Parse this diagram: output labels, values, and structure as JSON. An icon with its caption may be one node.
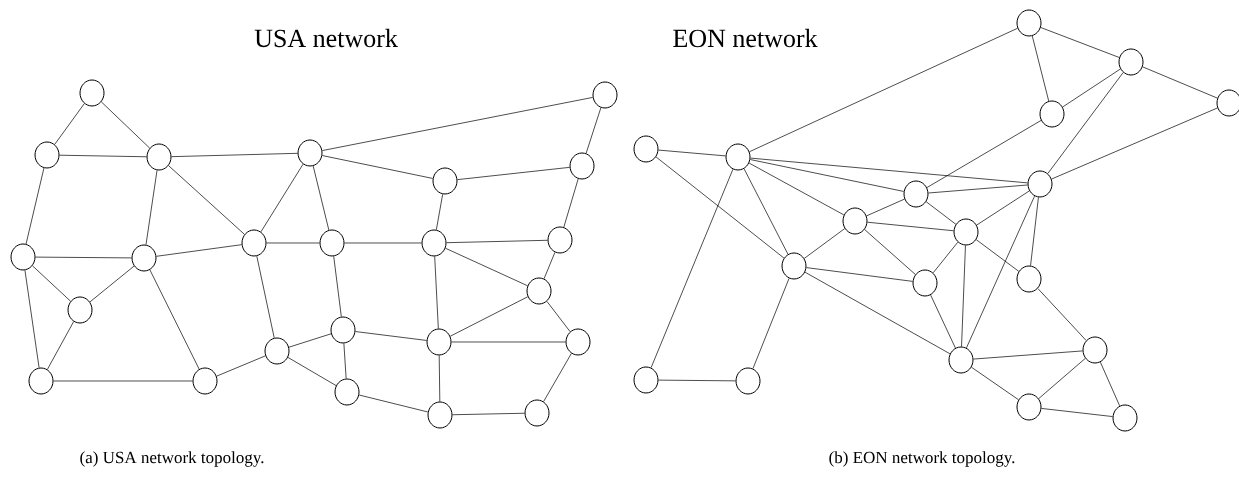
{
  "diagram": {
    "nodes": [
      {
        "text": [],
        "shape": "circle"
      },
      {
        "text": [],
        "shape": "circle"
      },
      {
        "text": [],
        "shape": "circle"
      },
      {
        "text": [],
        "shape": "circle"
      },
      {
        "text": [],
        "shape": "circle"
      },
      {
        "text": [],
        "shape": "circle"
      },
      {
        "text": [],
        "shape": "circle"
      },
      {
        "text": [],
        "shape": "circle"
      },
      {
        "text": [],
        "shape": "circle"
      },
      {
        "text": [],
        "shape": "circle"
      },
      {
        "text": [],
        "shape": "circle"
      },
      {
        "text": [],
        "shape": "circle"
      },
      {
        "text": [],
        "shape": "circle"
      },
      {
        "text": [],
        "shape": "circle"
      },
      {
        "text": [],
        "shape": "circle"
      },
      {
        "text": [],
        "shape": "circle"
      },
      {
        "text": [],
        "shape": "circle"
      },
      {
        "text": [],
        "shape": "circle"
      },
      {
        "text": [],
        "shape": "circle"
      },
      {
        "text": [],
        "shape": "circle"
      },
      {
        "text": [],
        "shape": "circle"
      },
      {
        "text": [],
        "shape": "circle"
      },
      {
        "text": [],
        "shape": "circle"
      },
      {
        "text": [],
        "shape": "circle"
      },
      {
        "text": [],
        "shape": "circle"
      },
      {
        "text": [],
        "shape": "circle"
      },
      {
        "text": [],
        "shape": "circle"
      },
      {
        "text": [],
        "shape": "circle"
      },
      {
        "text": [],
        "shape": "circle"
      },
      {
        "text": [],
        "shape": "circle"
      },
      {
        "text": [],
        "shape": "circle"
      },
      {
        "text": [],
        "shape": "circle"
      },
      {
        "text": [],
        "shape": "circle"
      },
      {
        "text": [],
        "shape": "circle"
      },
      {
        "text": [],
        "shape": "circle"
      },
      {
        "text": [],
        "shape": "circle"
      },
      {
        "text": [],
        "shape": "circle"
      },
      {
        "text": [],
        "shape": "circle"
      },
      {
        "text": [],
        "shape": "circle"
      },
      {
        "text": [],
        "shape": "circle"
      },
      {
        "text": [],
        "shape": "circle"
      },
      {
        "text": [],
        "shape": "circle"
      },
      {
        "text": [],
        "shape": "circle"
      }
    ],
    "edges": [
      {
        "from": 0,
        "to": 1,
        "arrow": "none"
      },
      {
        "from": 0,
        "to": 2,
        "arrow": "none"
      },
      {
        "from": 1,
        "to": 2,
        "arrow": "none"
      },
      {
        "from": 1,
        "to": 5,
        "arrow": "none"
      },
      {
        "from": 2,
        "to": 3,
        "arrow": "none"
      },
      {
        "from": 2,
        "to": 6,
        "arrow": "none"
      },
      {
        "from": 2,
        "to": 7,
        "arrow": "none"
      },
      {
        "from": 3,
        "to": 4,
        "arrow": "none"
      },
      {
        "from": 3,
        "to": 7,
        "arrow": "none"
      },
      {
        "from": 3,
        "to": 8,
        "arrow": "none"
      },
      {
        "from": 3,
        "to": 9,
        "arrow": "none"
      },
      {
        "from": 4,
        "to": 10,
        "arrow": "none"
      },
      {
        "from": 5,
        "to": 6,
        "arrow": "none"
      },
      {
        "from": 5,
        "to": 13,
        "arrow": "none"
      },
      {
        "from": 5,
        "to": 19,
        "arrow": "none"
      },
      {
        "from": 6,
        "to": 13,
        "arrow": "none"
      },
      {
        "from": 6,
        "to": 7,
        "arrow": "none"
      },
      {
        "from": 6,
        "to": 20,
        "arrow": "none"
      },
      {
        "from": 13,
        "to": 19,
        "arrow": "none"
      },
      {
        "from": 19,
        "to": 20,
        "arrow": "none"
      },
      {
        "from": 7,
        "to": 8,
        "arrow": "none"
      },
      {
        "from": 7,
        "to": 15,
        "arrow": "none"
      },
      {
        "from": 20,
        "to": 15,
        "arrow": "none"
      },
      {
        "from": 15,
        "to": 16,
        "arrow": "none"
      },
      {
        "from": 15,
        "to": 21,
        "arrow": "none"
      },
      {
        "from": 8,
        "to": 11,
        "arrow": "none"
      },
      {
        "from": 8,
        "to": 16,
        "arrow": "none"
      },
      {
        "from": 9,
        "to": 10,
        "arrow": "none"
      },
      {
        "from": 9,
        "to": 11,
        "arrow": "none"
      },
      {
        "from": 10,
        "to": 12,
        "arrow": "none"
      },
      {
        "from": 11,
        "to": 12,
        "arrow": "none"
      },
      {
        "from": 11,
        "to": 14,
        "arrow": "none"
      },
      {
        "from": 11,
        "to": 17,
        "arrow": "none"
      },
      {
        "from": 12,
        "to": 14,
        "arrow": "none"
      },
      {
        "from": 14,
        "to": 17,
        "arrow": "none"
      },
      {
        "from": 14,
        "to": 18,
        "arrow": "none"
      },
      {
        "from": 17,
        "to": 18,
        "arrow": "none"
      },
      {
        "from": 16,
        "to": 17,
        "arrow": "none"
      },
      {
        "from": 16,
        "to": 21,
        "arrow": "none"
      },
      {
        "from": 21,
        "to": 22,
        "arrow": "none"
      },
      {
        "from": 17,
        "to": 22,
        "arrow": "none"
      },
      {
        "from": 22,
        "to": 23,
        "arrow": "none"
      },
      {
        "from": 23,
        "to": 18,
        "arrow": "none"
      },
      {
        "from": 29,
        "to": 24,
        "arrow": "none"
      },
      {
        "from": 24,
        "to": 25,
        "arrow": "none"
      },
      {
        "from": 24,
        "to": 27,
        "arrow": "none"
      },
      {
        "from": 25,
        "to": 26,
        "arrow": "none"
      },
      {
        "from": 25,
        "to": 27,
        "arrow": "none"
      },
      {
        "from": 25,
        "to": 30,
        "arrow": "none"
      },
      {
        "from": 26,
        "to": 30,
        "arrow": "none"
      },
      {
        "from": 27,
        "to": 31,
        "arrow": "none"
      },
      {
        "from": 28,
        "to": 29,
        "arrow": "none"
      },
      {
        "from": 28,
        "to": 34,
        "arrow": "none"
      },
      {
        "from": 29,
        "to": 30,
        "arrow": "none"
      },
      {
        "from": 29,
        "to": 31,
        "arrow": "none"
      },
      {
        "from": 29,
        "to": 32,
        "arrow": "none"
      },
      {
        "from": 29,
        "to": 34,
        "arrow": "none"
      },
      {
        "from": 29,
        "to": 39,
        "arrow": "none"
      },
      {
        "from": 31,
        "to": 30,
        "arrow": "none"
      },
      {
        "from": 31,
        "to": 32,
        "arrow": "none"
      },
      {
        "from": 31,
        "to": 33,
        "arrow": "none"
      },
      {
        "from": 32,
        "to": 34,
        "arrow": "none"
      },
      {
        "from": 32,
        "to": 33,
        "arrow": "none"
      },
      {
        "from": 32,
        "to": 35,
        "arrow": "none"
      },
      {
        "from": 34,
        "to": 35,
        "arrow": "none"
      },
      {
        "from": 34,
        "to": 37,
        "arrow": "none"
      },
      {
        "from": 34,
        "to": 40,
        "arrow": "none"
      },
      {
        "from": 39,
        "to": 40,
        "arrow": "none"
      },
      {
        "from": 30,
        "to": 33,
        "arrow": "none"
      },
      {
        "from": 30,
        "to": 37,
        "arrow": "none"
      },
      {
        "from": 30,
        "to": 36,
        "arrow": "none"
      },
      {
        "from": 33,
        "to": 35,
        "arrow": "none"
      },
      {
        "from": 33,
        "to": 37,
        "arrow": "none"
      },
      {
        "from": 33,
        "to": 36,
        "arrow": "none"
      },
      {
        "from": 35,
        "to": 37,
        "arrow": "none"
      },
      {
        "from": 36,
        "to": 38,
        "arrow": "none"
      },
      {
        "from": 37,
        "to": 38,
        "arrow": "none"
      },
      {
        "from": 37,
        "to": 41,
        "arrow": "none"
      },
      {
        "from": 41,
        "to": 38,
        "arrow": "none"
      },
      {
        "from": 41,
        "to": 42,
        "arrow": "none"
      },
      {
        "from": 38,
        "to": 42,
        "arrow": "none"
      }
    ],
    "labels": [
      "USA network",
      "EON network",
      "(a) USA network topology.",
      "(b) EON network topology."
    ]
  }
}
